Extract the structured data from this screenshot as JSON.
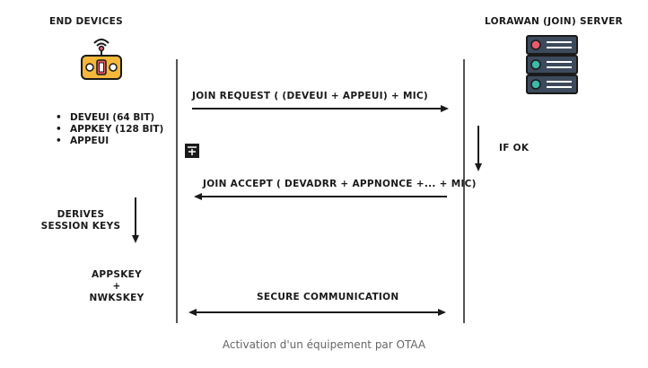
{
  "end_devices": {
    "title": "END DEVICES",
    "keys": [
      "DEVEUI (64 BIT)",
      "APPKEY (128 BIT)",
      "APPEUI"
    ],
    "derives_line1": "DERIVES",
    "derives_line2": "SESSION KEYS",
    "session_key1": "APPSKEY",
    "session_plus": "+",
    "session_key2": "NWKSKEY"
  },
  "server": {
    "title": "LORAWAN (JOIN) SERVER",
    "if_ok": "IF OK"
  },
  "messages": {
    "join_request": "JOIN REQUEST ( (DEVEUI + APPEUI) + MIC)",
    "join_accept": "JOIN ACCEPT ( DEVADRR + APPNONCE +... + MIC)",
    "secure_comm": "SECURE COMMUNICATION"
  },
  "caption": "Activation d'un équipement par OTAA",
  "colors": {
    "device_body": "#f5b83a",
    "server_body": "#3d4a5c",
    "led_red": "#e85c6b",
    "led_teal": "#3fb8a8"
  }
}
